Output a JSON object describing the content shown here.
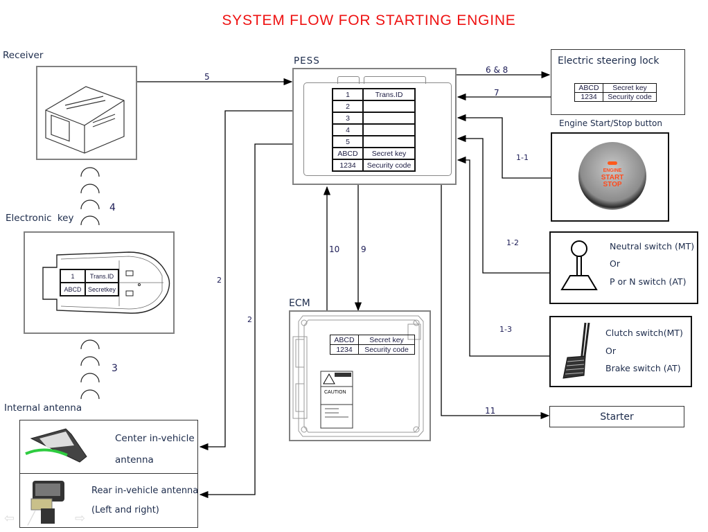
{
  "title": "SYSTEM FLOW FOR STARTING ENGINE",
  "components": {
    "receiver": {
      "label": "Receiver"
    },
    "electronic_key": {
      "label": "Electronic key",
      "table": [
        [
          "1",
          "Trans.ID"
        ],
        [
          "ABCD",
          "Secretkey"
        ]
      ]
    },
    "internal_antenna": {
      "label": "Internal antenna",
      "center": {
        "line1": "Center in-vehicle",
        "line2": "antenna"
      },
      "rear": {
        "line1": "Rear in-vehicle antenna",
        "line2": "(Left and right)"
      }
    },
    "pess": {
      "label": "PESS",
      "table": [
        [
          "1",
          "Trans.ID"
        ],
        [
          "2",
          ""
        ],
        [
          "3",
          ""
        ],
        [
          "4",
          ""
        ],
        [
          "5",
          ""
        ],
        [
          "ABCD",
          "Secret key"
        ],
        [
          "1234",
          "Security code"
        ]
      ]
    },
    "ecm": {
      "label": "ECM",
      "table": [
        [
          "ABCD",
          "Secret key"
        ],
        [
          "1234",
          "Security code"
        ]
      ],
      "caution_label": "CAUTION"
    },
    "steering_lock": {
      "label": "Electric steering lock",
      "table": [
        [
          "ABCD",
          "Secret key"
        ],
        [
          "1234",
          "Security code"
        ]
      ]
    },
    "start_button": {
      "label": "Engine Start/Stop button",
      "button_text": [
        "ENGINE",
        "START",
        "STOP"
      ]
    },
    "neutral_switch": {
      "line1": "Neutral switch (MT)",
      "line2": "Or",
      "line3": "P or N switch (AT)"
    },
    "clutch_switch": {
      "line1": "Clutch switch(MT)",
      "line2": "Or",
      "line3": "Brake switch (AT)"
    },
    "starter": {
      "label": "Starter"
    }
  },
  "flow_steps": {
    "s5": "5",
    "s6_8": "6 & 8",
    "s7": "7",
    "s1_1": "1-1",
    "s1_2": "1-2",
    "s1_3": "1-3",
    "s2a": "2",
    "s2b": "2",
    "s4": "4",
    "s3": "3",
    "s10": "10",
    "s9": "9",
    "s11": "11"
  },
  "colors": {
    "title": "#ee1111",
    "button_text": "#ff4a1c",
    "antenna_wire": "#2ecc40"
  }
}
